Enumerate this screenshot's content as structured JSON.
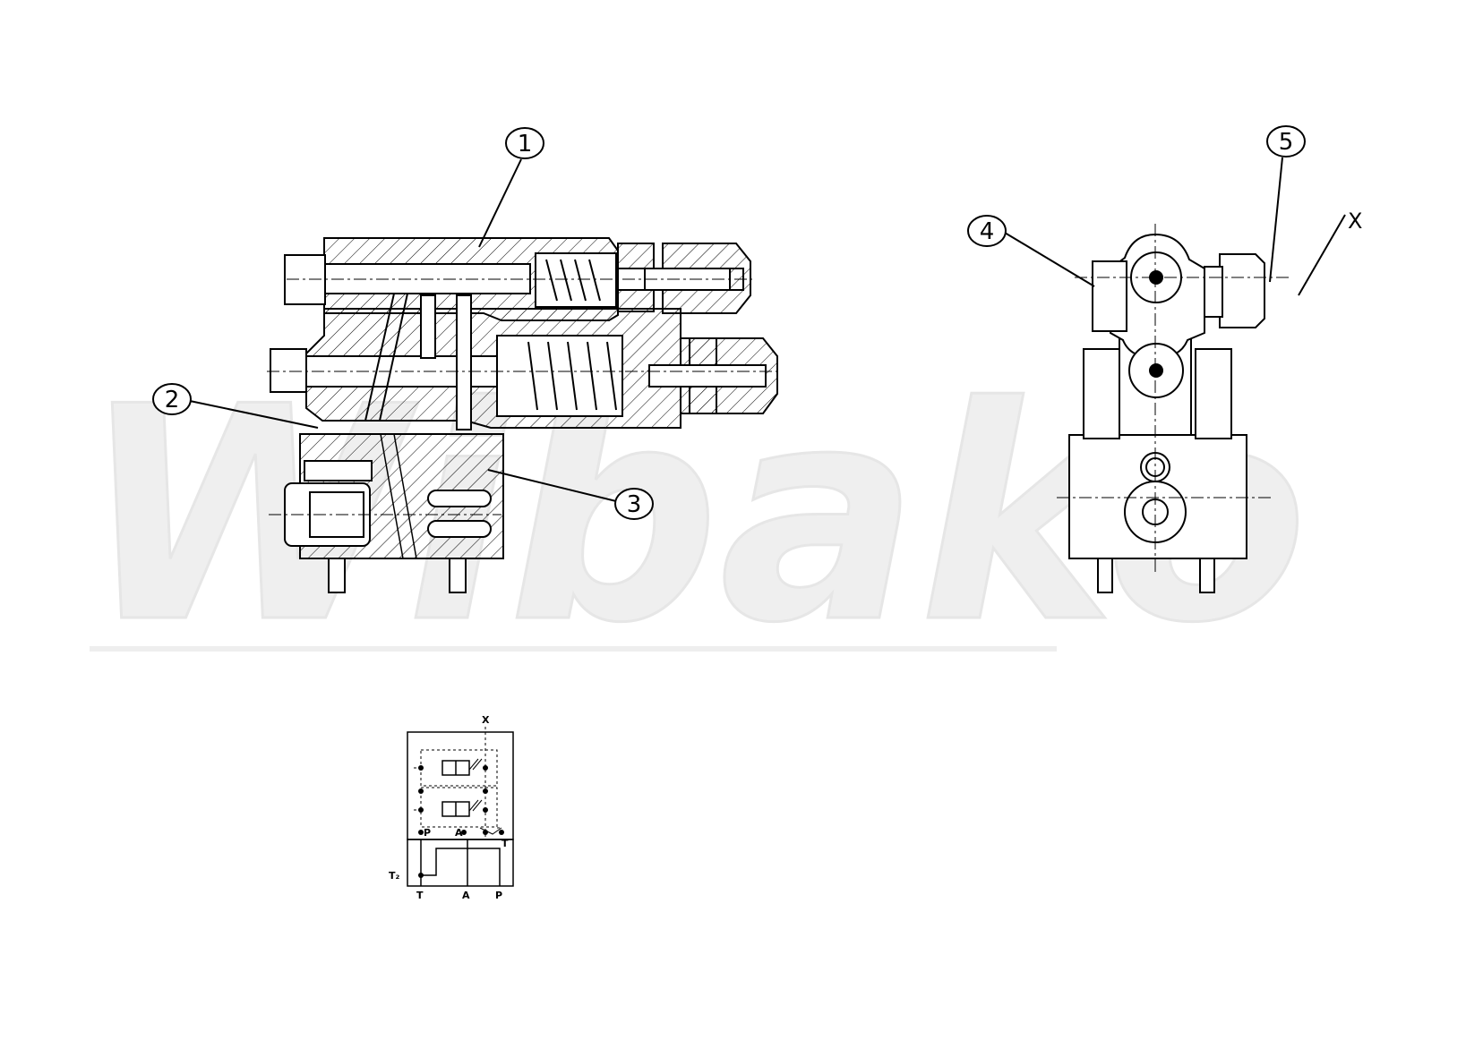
{
  "watermark": {
    "text": "Wibako"
  },
  "callouts": [
    {
      "id": "callout-1",
      "label": "1"
    },
    {
      "id": "callout-2",
      "label": "2"
    },
    {
      "id": "callout-3",
      "label": "3"
    },
    {
      "id": "callout-4",
      "label": "4"
    },
    {
      "id": "callout-5",
      "label": "5"
    }
  ],
  "side_view": {
    "port_label": "X"
  },
  "schematic": {
    "pilot_port": "X",
    "ports_top": {
      "p": "P",
      "a": "A",
      "t": "T"
    },
    "drain_port": "T₂",
    "ports_bottom": {
      "t": "T",
      "a": "A",
      "p": "P"
    }
  },
  "colors": {
    "line": "#000000",
    "watermark": "#ededed",
    "background": "#ffffff"
  }
}
